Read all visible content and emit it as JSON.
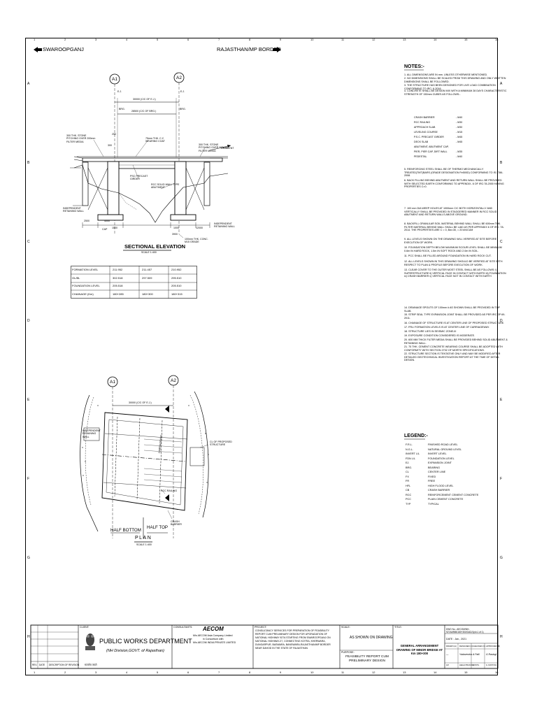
{
  "border": {
    "top_numbers": [
      "1",
      "2",
      "3",
      "4",
      "5",
      "6",
      "7",
      "8",
      "9",
      "10",
      "11",
      "12",
      "13",
      "14",
      "15",
      "16"
    ],
    "bottom_numbers": [
      "1",
      "2",
      "3",
      "4",
      "5",
      "6",
      "7",
      "8",
      "9",
      "10",
      "11",
      "12",
      "13",
      "14",
      "15",
      "16"
    ],
    "side_letters": [
      "A",
      "B",
      "C",
      "D",
      "E",
      "F",
      "G",
      "H"
    ]
  },
  "header": {
    "left_direction": "SWAROOPGANJ",
    "right_direction": "RAJASTHAN/MP BORDER"
  },
  "elevation": {
    "title": "SECTIONAL ELEVATION",
    "scale": "SCALE 1:400",
    "axis_a1": "A1",
    "axis_a2": "A2",
    "span_ce": "30000 (C/C OF E.J.)",
    "span_brg": "28500 (C/C OF BRG.)",
    "label_ej1": "E.J.",
    "label_ej2": "E.J.",
    "label_brg1": "BRG.",
    "label_brg2": "BRG.",
    "label_stone_left": "300 THK. STONE PITCHING OVER 200mm FILTER MEDIA",
    "label_stone_right": "300 THK. STONE PITCHING OVER 200mm FILTER MEDIA",
    "label_wearing": "75mm THK. C.C WEARING COAT",
    "label_gradient": "GRADIENT",
    "label_psc": "PSC PRECAST GIRDER",
    "label_rcc": "RCC SOLID WALL TYPE ABUTMENT",
    "label_indep_left": "INDEPENDENT RETAINING WALL",
    "label_indep_right": "INDEPENDENT RETAINING WALL",
    "label_pcc": "100mm THK. CONC. M15 GRADE",
    "dim_2500": "2500",
    "dim_4000": "4000",
    "dim_1000": "1000",
    "dim_12000": "12000",
    "dim_3900": "3900",
    "dim_1500": "1500",
    "dim_300": "300",
    "dim_250": "250",
    "dim_cap": "CAP"
  },
  "levels_table": {
    "rows": [
      {
        "label": "FORMATION LEVEL",
        "v1": "211.952",
        "v2": "211.457",
        "v3": "210.952"
      },
      {
        "label": "GL/BL",
        "v1": "302.518",
        "v2": "297.509",
        "v3": "295.510"
      },
      {
        "label": "FOUNDATION LEVEL",
        "v1": "205.518",
        "v2": "",
        "v3": "205.510"
      },
      {
        "label": "CHAINAGE (Km)",
        "v1": "180+285",
        "v2": "180+300",
        "v3": "180+315"
      }
    ]
  },
  "plan": {
    "title": "PLAN",
    "scale": "SCALE 1:400",
    "axis_a1": "A1",
    "axis_a2": "A2",
    "span": "30000 (C/C OF E.J.)",
    "label_half_bottom": "HALF BOTTOM",
    "label_half_top": "HALF TOP",
    "label_crash": "CRASH BARRIER",
    "label_railing": "RCC RAILING",
    "label_cl": "CL OF PROPOSED STRUCTURE",
    "label_indep": "INDEPENDENT RETAINING WALL",
    "label_carriage": "CARRIAGEWAY"
  },
  "notes": {
    "title": "NOTES:-",
    "items": [
      "1. ALL DIMENSIONS ARE IN mm. UNLESS OTHERWISE MENTIONED.",
      "2. NO DIMENSIONS SHALL BE SCALED FROM THIS DRAWING AND ONLY WRITTEN DIMENSIONS SHALL BE FOLLOWED.",
      "3. THE STRUCTURE HAS BEEN DESIGNED FOR LIVE LOAD COMBINATION CONFORMING TO IRC: 6-2016.",
      "4. CONCRETE SHALL BE DESIGN MIX WITH A MINIMUM 28 DAYS CHARACTERISTIC STRENGTH OF 150mm CUBES AS FOLLOWS:-",
      "5. REINFORCING STEEL SHALL BE OF THERMO MECHANICALLY TREATED(TMT)BARS (GRADE DESIGNATION Fe500D) CONFORMING TO IS:1786-2008.",
      "6. BACK FILLING BEHIND ABUTMENT AND RETURN WALL SHALL BE PROVIDED WITH SELECTED EARTH CONFORMING TO APPENDIX- 6 OF IRC:78-2000 HAVING PROPERTIES C=0.",
      "7. 100 mm DIA WEEP HOLES AT 1000mm C/C BOTH HORIZONTALLY AND VERTICALLY SHALL BE PROVIDED IN STAGGERED MANNER IN RCC SOLID ABUTMENT AND RETURN WALLS ABOVE GROUND.",
      "8. BACKFILL GRANULAR SOIL MATERIAL BEHIND WALL SHALL BE 600mm THK. FILTER MATERIAL BEHIND WALL SHALL BE LAID AS PER APPENDIX 6 OF IRC: 78-2014. THE PROPERTIES ARE C = 0, Bw=30, = 20 kN/CUM",
      "9. ALL LEVELS SHOWN ON THE DRAWING WILL VERIFIED AT SITE BEFORE EXECUTION OF WORK.",
      "10. FOUNDATION DEPTH BELOW MAXIMUM SCOUR LEVEL SHALL BE MINIMUM 0.6m IN HARD ROCK, 1.5m IN SOFT ROCK AND 2.0m IN SOIL.",
      "11. PCC SHALL BE FILLED AROUND FOUNDATION IN HARD ROCK CUT.",
      "12. ALL LEVELS SHOWN IN THIS DRAWING SHOULD BE VERIFIED AT SITE WITH RESPECT TO PLAN & PROFILE BEFORE EXECUTION OF WORK.",
      "13. CLEAR COVER TO THE OUTER MOST STEEL SHALL BE AS FOLLOWS: i) SUPERSTRUCTURE ii) VERTICAL FACE IN CONTACT WITH EARTH iii) FOUNDATION iv) CRASH BARRIER v) VERTICAL FACE NOT IN CONTACT WITH EARTH",
      "14. DRAINAGE SPOUTS OF 100mm # AS SHOWN SHALL BE PROVIDED IN TOP SLAB.",
      "15. STRIP SEAL TYPE EXPANSION JOINT SHALL BE PROVIDED AS PER IRC SP 69-2011.",
      "16. CHAINAGE OF STRUCTURE IS AT CENTER LINE OF PROPOSED STRUCTURE.",
      "17. FRL/ FORMATION LEVELS IS AT CENTER LINE OF CARRIAGEWAY.",
      "18. STRUCTURE LIES IN SEISMIC ZONE-III",
      "19. EXPOSURE CONDITION CONSIDERED IS MODERATE.",
      "20. 600 MM THICK FILTER MEDIA SHALL BE PROVIDED BEHIND SOLID ABUTMENT & RETAINING WALL.",
      "21. 75 THK. CEMENT CONCRETE WEARING COURSE SHALL BE ADOPTED WITH CONFORMITY WITH SECTION 2702 OF MORTH SPECIFICATIONS.",
      "22. STRUCTURE SECTION IS TENTATIVE ONLY AND MAY BE MODIFIED AFTER DETAILED GEOTECHNICAL INVESTIGATION REPORT AT THE TIME OF DETAIL DESIGN."
    ],
    "concrete_grades": [
      {
        "name": "CRASH BARRIER",
        "grade": "- M40"
      },
      {
        "name": "RCC RAILING",
        "grade": "- M30"
      },
      {
        "name": "APPROACH SLAB",
        "grade": "- M30"
      },
      {
        "name": "LEVELING COURSE",
        "grade": "- M15"
      },
      {
        "name": "P.S.C. PRECAST GIRDER",
        "grade": "- M45"
      },
      {
        "name": "DECK SLAB",
        "grade": "- M45"
      },
      {
        "name": "ABUTMENT, ABUTMENT CAP,",
        "grade": ""
      },
      {
        "name": "PIER, PIER CAP, DIRT WALL",
        "grade": "- M35"
      },
      {
        "name": "PEDESTAL",
        "grade": "- M40"
      }
    ]
  },
  "legend": {
    "title": "LEGEND:-",
    "items": [
      {
        "abbr": "F.R.L.",
        "desc": "FINISHED ROAD LEVEL"
      },
      {
        "abbr": "N.G.L.",
        "desc": "NATURAL GROUND LEVEL"
      },
      {
        "abbr": "INVERT L/L",
        "desc": "INVERT LEVEL"
      },
      {
        "abbr": "FDN L/L",
        "desc": "FOUNDATION LEVEL"
      },
      {
        "abbr": "EJ.",
        "desc": "EXPANSION JOINT"
      },
      {
        "abbr": "BRG.",
        "desc": "BEARING"
      },
      {
        "abbr": "CL",
        "desc": "CENTER LINE"
      },
      {
        "abbr": "FX",
        "desc": "FIXED"
      },
      {
        "abbr": "FR",
        "desc": "FREE"
      },
      {
        "abbr": "HFL",
        "desc": "HIGH FLOOD LEVEL"
      },
      {
        "abbr": "CB",
        "desc": "CRASH BARRIER"
      },
      {
        "abbr": "RCC",
        "desc": "REINFORCEMENT CEMENT CONCRETE"
      },
      {
        "abbr": "PCC",
        "desc": "PLAIN CEMENT CONCRETE"
      },
      {
        "abbr": "TYP",
        "desc": "TYPICAL"
      }
    ]
  },
  "title_block": {
    "rev_headers": [
      "REV.",
      "DATE",
      "DESCRIPTION OF REVISION"
    ],
    "client_label": "CLIENT:",
    "client_name": "PUBLIC WORKS DEPARTMENT",
    "client_sub": "(NH Division,GOVT. of Rajasthan)",
    "emblem_caption": "सत्यमेव जयते",
    "consultant_label": "CONSULTANTS:",
    "consultant_logo": "AECOM",
    "consultant_line1": "M/s AECOM Asia Company Limited",
    "consultant_line2": "in Consortium with",
    "consultant_line3": "M/s AECOM INDIA PRIVATE LIMITED",
    "project_label": "PROJECT:",
    "project_text": "CONSULTANCY SERVICES FOR PREPARATION OF FEASIBILITY REPORT CUM PRELIMINARY DESIGN FOR UPGRADATION OF NATIONAL HIGHWAY 927A STARTING FROM SWAROOPGANJ ON NATIONAL HIGHWAY-27, CONNECTING KOTRA, KHERWARA, DUNGARPUR, BASWARA, BANSWARA-RAJASTHAN/MP BORDER NEAR DAHOD IN THE STATE OF RAJASTHAN",
    "scale_label": "SCALE:",
    "scale_value": "AS SHOWN ON DRAWING",
    "purpose_label": "PURPOSE:",
    "purpose_value": "FEASIBILITY REPORT CUM PRELIMINARY DESIGN",
    "title_label": "TITLE:",
    "title_value": "GENERAL ARRANGEMENT DRAWING OF MINOR BRIDGE AT Km 180+300",
    "dwg_no": "DWG No.: AECOM/NH-927A/MNB/180+300/GAD/1(sh.1 of 1)",
    "date": "DATE : Jan., 2021",
    "sign_headers": [
      "DRAWN (A)",
      "DESIGNED (C)",
      "CHECKED (C)",
      "APPROVED (R)"
    ],
    "sign_names": [
      "LM",
      "LEELA PRAKASH",
      "A.PATIL",
      "G. RASTOGI"
    ],
    "sign_scribbles": [
      "—",
      "Yadavendra",
      "A.Patil",
      "G.Rastogi"
    ]
  }
}
